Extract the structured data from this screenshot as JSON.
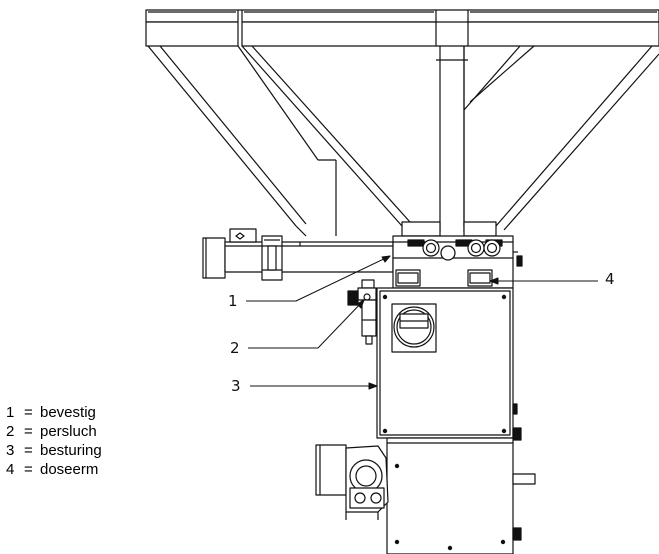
{
  "callouts": [
    {
      "id": "1",
      "text": "1"
    },
    {
      "id": "2",
      "text": "2"
    },
    {
      "id": "3",
      "text": "3"
    },
    {
      "id": "4",
      "text": "4"
    }
  ],
  "legend": [
    {
      "num": "1",
      "eq": "=",
      "text": "bevestig"
    },
    {
      "num": "2",
      "eq": "=",
      "text": "persluch"
    },
    {
      "num": "3",
      "eq": "=",
      "text": "besturing"
    },
    {
      "num": "4",
      "eq": "=",
      "text": "doseerm"
    }
  ],
  "colors": {
    "line": "#111111",
    "background": "#ffffff"
  }
}
